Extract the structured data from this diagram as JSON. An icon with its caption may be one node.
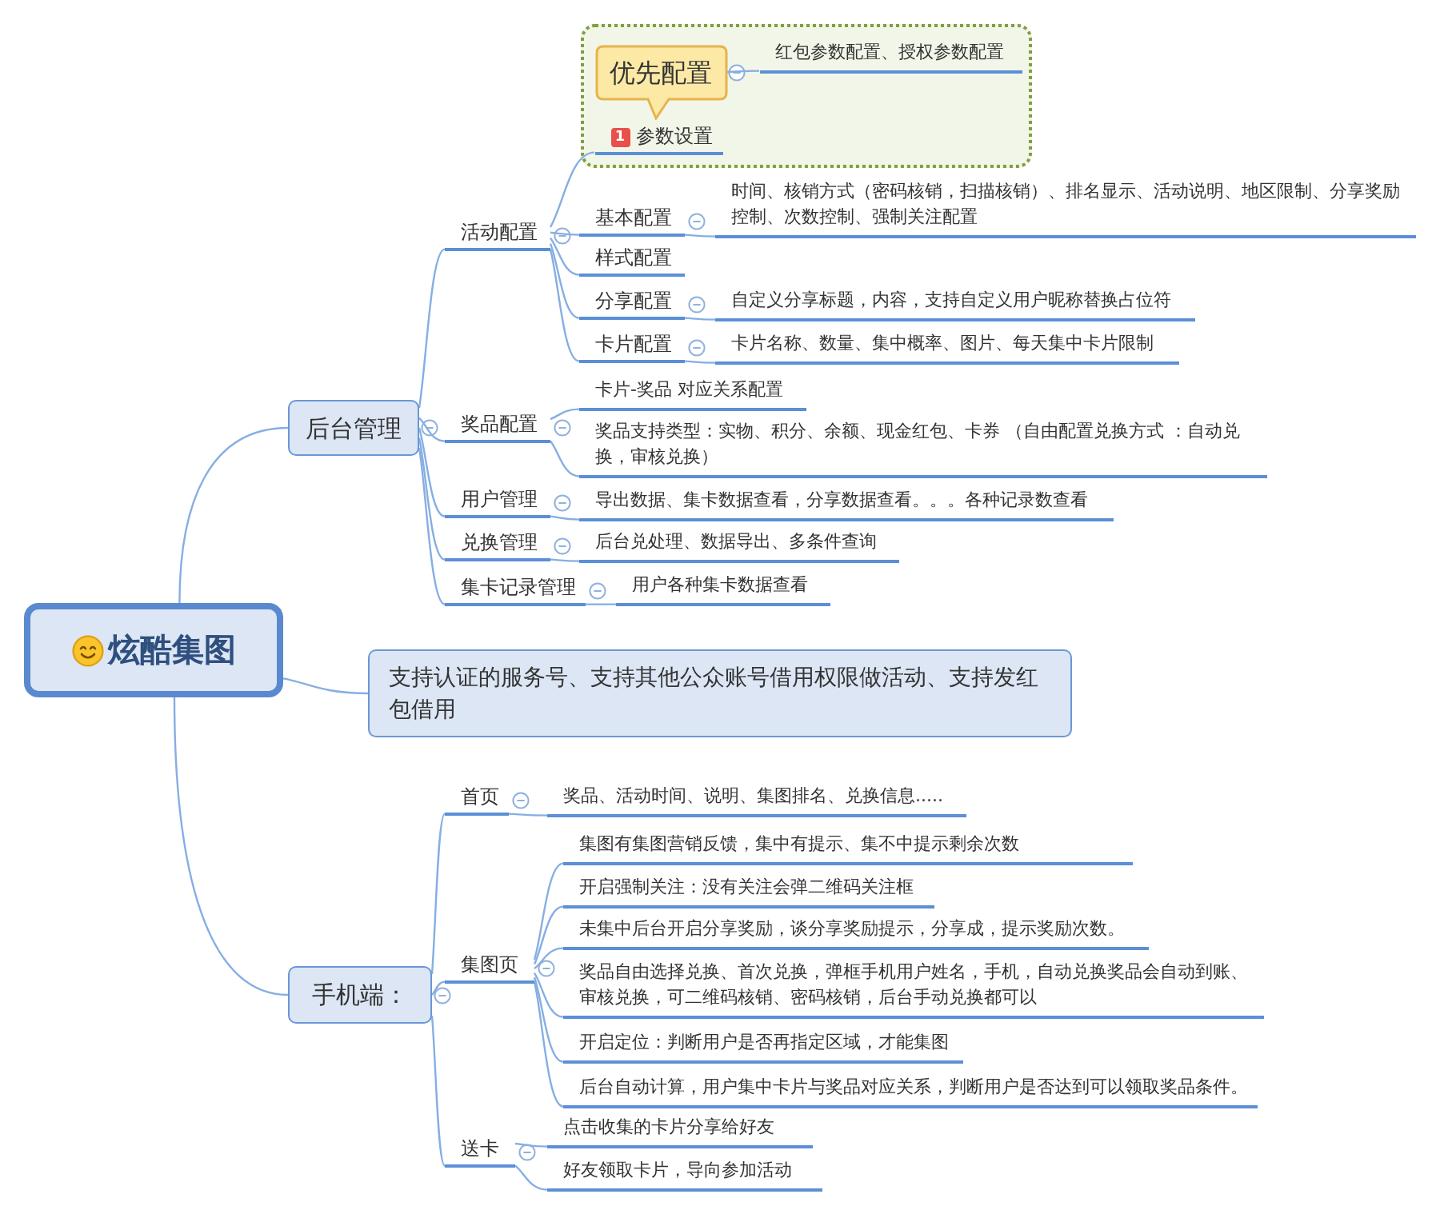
{
  "diagram": {
    "nodes": [
      {
        "text": [
          "炫酷集图"
        ]
      },
      {
        "text": [
          "后台管理"
        ]
      },
      {
        "text": [
          "活动配置"
        ]
      },
      {
        "text": [],
        "shape": "box"
      },
      {
        "text": [
          "优先配置"
        ],
        "in": 3
      },
      {
        "text": [
          "1",
          "参数设置"
        ],
        "in": 3
      },
      {
        "text": [
          "红包参数配置、授权参数配置"
        ],
        "in": 3
      },
      {
        "text": [
          "基本配置"
        ]
      },
      {
        "text": [
          "时间、核销方式（密码核销，扫描核销）、排名显示、活动说明、地区限制、分享奖励控制、次数控制、强制关注配置"
        ]
      },
      {
        "text": [
          "样式配置"
        ]
      },
      {
        "text": [
          "分享配置"
        ]
      },
      {
        "text": [
          "自定义分享标题，内容，支持自定义用户昵称替换占位符"
        ]
      },
      {
        "text": [
          "卡片配置"
        ]
      },
      {
        "text": [
          "卡片名称、数量、集中概率、图片、每天集中卡片限制"
        ]
      },
      {
        "text": [
          "奖品配置"
        ]
      },
      {
        "text": [
          "卡片-奖品 对应关系配置"
        ]
      },
      {
        "text": [
          "奖品支持类型：实物、积分、余额、现金红包、卡券 （自由配置兑换方式 ：自动兑换，审核兑换）"
        ]
      },
      {
        "text": [
          "用户管理"
        ]
      },
      {
        "text": [
          "导出数据、集卡数据查看，分享数据查看。。。各种记录数查看"
        ]
      },
      {
        "text": [
          "兑换管理"
        ]
      },
      {
        "text": [
          "后台兑处理、数据导出、多条件查询"
        ]
      },
      {
        "text": [
          "集卡记录管理"
        ]
      },
      {
        "text": [
          "用户各种集卡数据查看"
        ]
      },
      {
        "text": [
          "支持认证的服务号、支持其他公众账号借用权限做活动、支持发红包借用"
        ]
      },
      {
        "text": [
          "手机端："
        ]
      },
      {
        "text": [
          "首页"
        ]
      },
      {
        "text": [
          "奖品、活动时间、说明、集图排名、兑换信息....."
        ]
      },
      {
        "text": [
          "集图页"
        ]
      },
      {
        "text": [
          "集图有集图营销反馈，集中有提示、集不中提示剩余次数"
        ]
      },
      {
        "text": [
          "开启强制关注：没有关注会弹二维码关注框"
        ]
      },
      {
        "text": [
          "未集中后台开启分享奖励，谈分享奖励提示，分享成，提示奖励次数。"
        ]
      },
      {
        "text": [
          "奖品自由选择兑换、首次兑换，弹框手机用户姓名，手机，自动兑换奖品会自动到账、审核兑换，可二维码核销、密码核销，后台手动兑换都可以"
        ]
      },
      {
        "text": [
          "开启定位：判断用户是否再指定区域，才能集图"
        ]
      },
      {
        "text": [
          "后台自动计算，用户集中卡片与奖品对应关系，判断用户是否达到可以领取奖品条件。"
        ]
      },
      {
        "text": [
          "送卡"
        ]
      },
      {
        "text": [
          "点击收集的卡片分享给好友"
        ]
      },
      {
        "text": [
          "好友领取卡片，导向参加活动"
        ]
      }
    ],
    "edges": [
      {
        "from": 0,
        "to": 1,
        "arrow": "none"
      },
      {
        "from": 1,
        "to": 2,
        "arrow": "none"
      },
      {
        "from": 2,
        "to": 5,
        "arrow": "none"
      },
      {
        "from": 4,
        "to": 6,
        "arrow": "none"
      },
      {
        "from": 2,
        "to": 7,
        "arrow": "none"
      },
      {
        "from": 7,
        "to": 8,
        "arrow": "none"
      },
      {
        "from": 2,
        "to": 9,
        "arrow": "none"
      },
      {
        "from": 2,
        "to": 10,
        "arrow": "none"
      },
      {
        "from": 10,
        "to": 11,
        "arrow": "none"
      },
      {
        "from": 2,
        "to": 12,
        "arrow": "none"
      },
      {
        "from": 12,
        "to": 13,
        "arrow": "none"
      },
      {
        "from": 1,
        "to": 14,
        "arrow": "none"
      },
      {
        "from": 14,
        "to": 15,
        "arrow": "none"
      },
      {
        "from": 14,
        "to": 16,
        "arrow": "none"
      },
      {
        "from": 1,
        "to": 17,
        "arrow": "none"
      },
      {
        "from": 17,
        "to": 18,
        "arrow": "none"
      },
      {
        "from": 1,
        "to": 19,
        "arrow": "none"
      },
      {
        "from": 19,
        "to": 20,
        "arrow": "none"
      },
      {
        "from": 1,
        "to": 21,
        "arrow": "none"
      },
      {
        "from": 21,
        "to": 22,
        "arrow": "none"
      },
      {
        "from": 0,
        "to": 23,
        "arrow": "none"
      },
      {
        "from": 0,
        "to": 24,
        "arrow": "none"
      },
      {
        "from": 24,
        "to": 25,
        "arrow": "none"
      },
      {
        "from": 25,
        "to": 26,
        "arrow": "none"
      },
      {
        "from": 24,
        "to": 27,
        "arrow": "none"
      },
      {
        "from": 27,
        "to": 28,
        "arrow": "none"
      },
      {
        "from": 27,
        "to": 29,
        "arrow": "none"
      },
      {
        "from": 27,
        "to": 30,
        "arrow": "none"
      },
      {
        "from": 27,
        "to": 31,
        "arrow": "none"
      },
      {
        "from": 27,
        "to": 32,
        "arrow": "none"
      },
      {
        "from": 27,
        "to": 33,
        "arrow": "none"
      },
      {
        "from": 24,
        "to": 34,
        "arrow": "none"
      },
      {
        "from": 34,
        "to": 35,
        "arrow": "none"
      },
      {
        "from": 34,
        "to": 36,
        "arrow": "none"
      }
    ]
  }
}
